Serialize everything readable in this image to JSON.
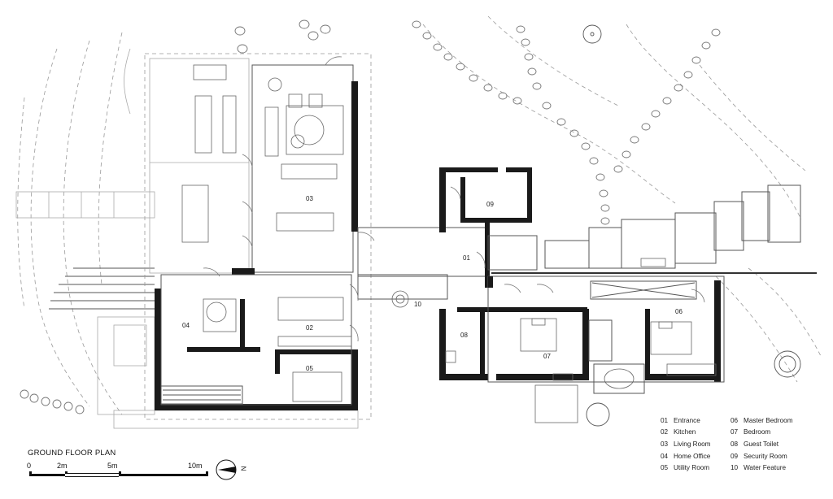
{
  "title": "GROUND  FLOOR PLAN",
  "scale_labels": [
    "0",
    "2m",
    "5m",
    "10m"
  ],
  "north_label": "N",
  "room_labels": [
    "01",
    "02",
    "03",
    "04",
    "05",
    "06",
    "07",
    "08",
    "09",
    "10"
  ],
  "legend": [
    {
      "num": "01",
      "name": "Entrance"
    },
    {
      "num": "02",
      "name": "Kitchen"
    },
    {
      "num": "03",
      "name": "Living Room"
    },
    {
      "num": "04",
      "name": "Home Office"
    },
    {
      "num": "05",
      "name": "Utility Room"
    },
    {
      "num": "06",
      "name": "Master Bedroom"
    },
    {
      "num": "07",
      "name": "Bedroom"
    },
    {
      "num": "08",
      "name": "Guest Toilet"
    },
    {
      "num": "09",
      "name": "Security Room"
    },
    {
      "num": "10",
      "name": "Water Feature"
    }
  ]
}
